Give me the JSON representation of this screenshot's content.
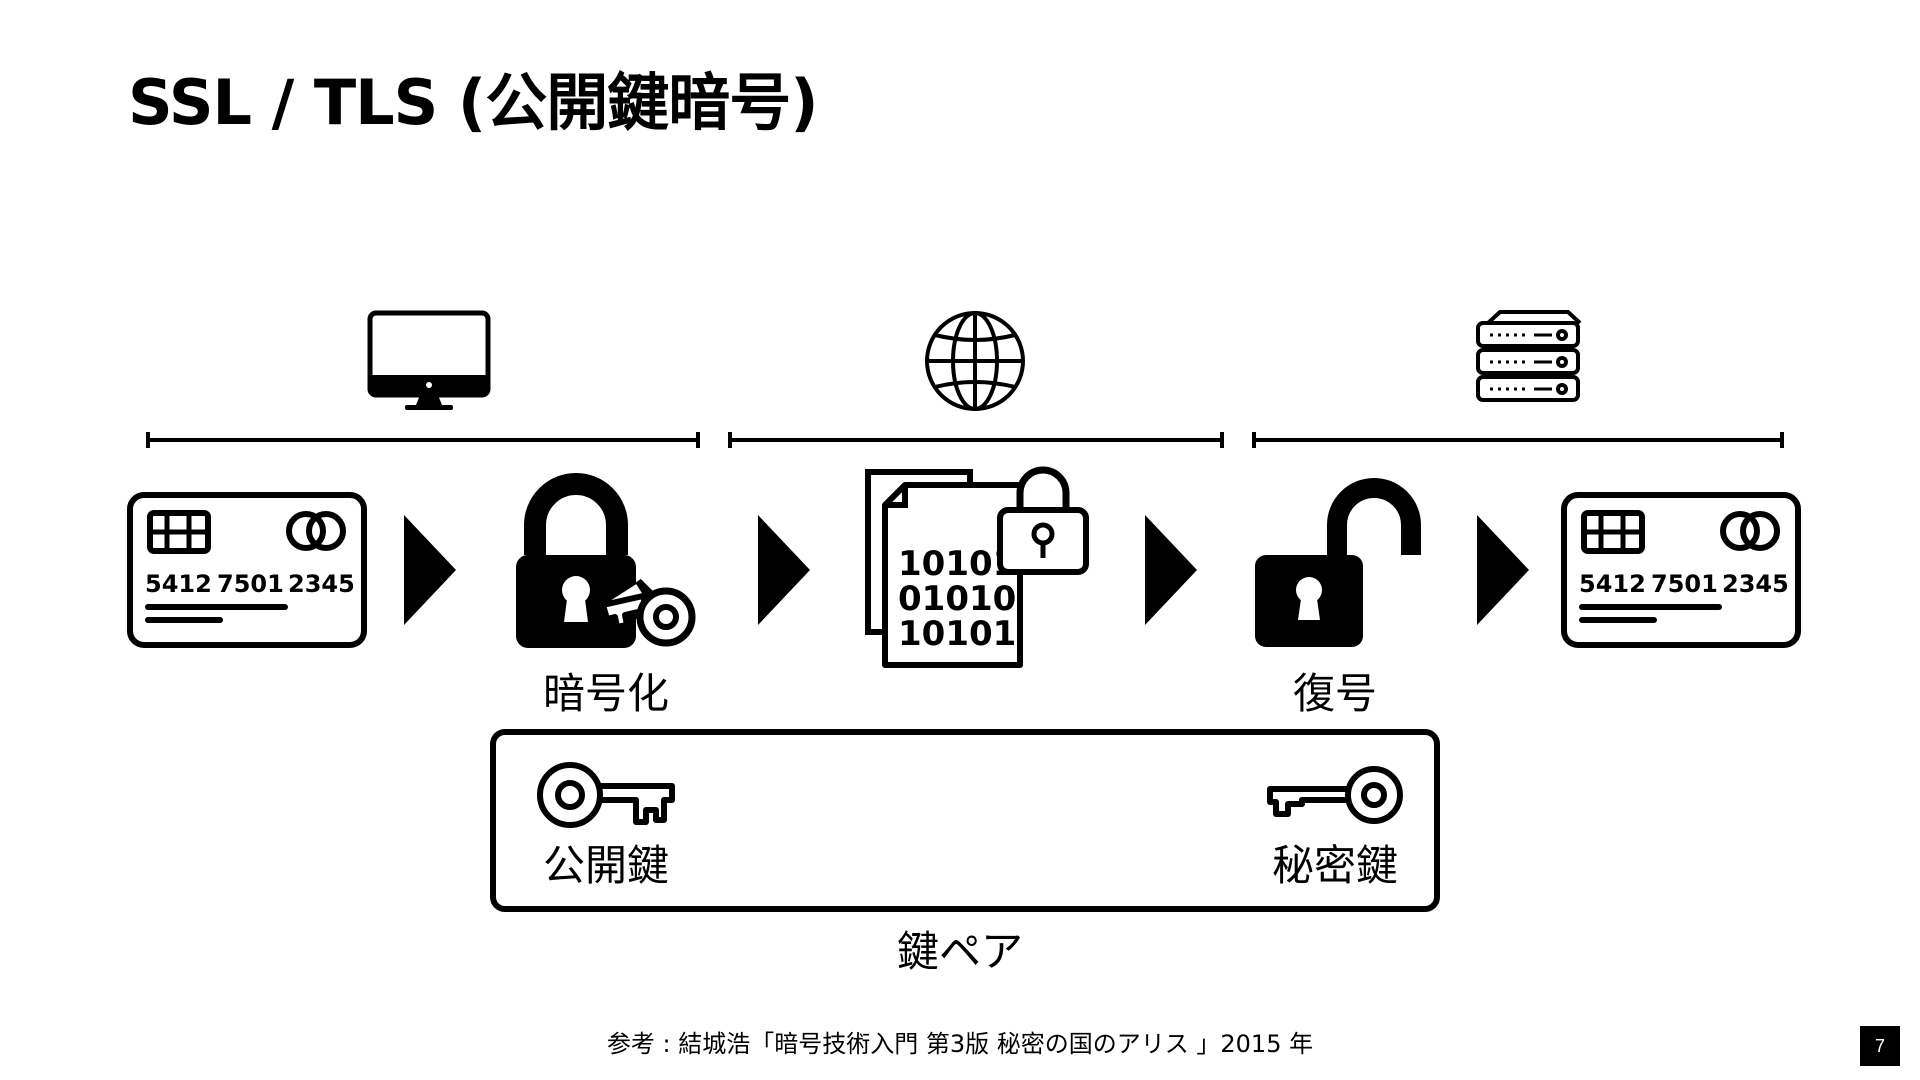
{
  "slide": {
    "title": "SSL / TLS (公開鍵暗号)",
    "reference": "参考 : 結城浩「暗号技術入門 第3版 秘密の国のアリス 」2015 年",
    "page_number": "7"
  },
  "zones": [
    {
      "icon": "computer-monitor-icon"
    },
    {
      "icon": "globe-icon"
    },
    {
      "icon": "server-icon"
    }
  ],
  "card": {
    "number_groups": [
      "5412",
      "7501",
      "2345"
    ]
  },
  "document": {
    "binary_lines": [
      "10101",
      "01010",
      "10101"
    ]
  },
  "steps": {
    "encrypt_label": "暗号化",
    "decrypt_label": "復号"
  },
  "key_pair": {
    "public_key_label": "公開鍵",
    "private_key_label": "秘密鍵",
    "caption": "鍵ペア"
  }
}
